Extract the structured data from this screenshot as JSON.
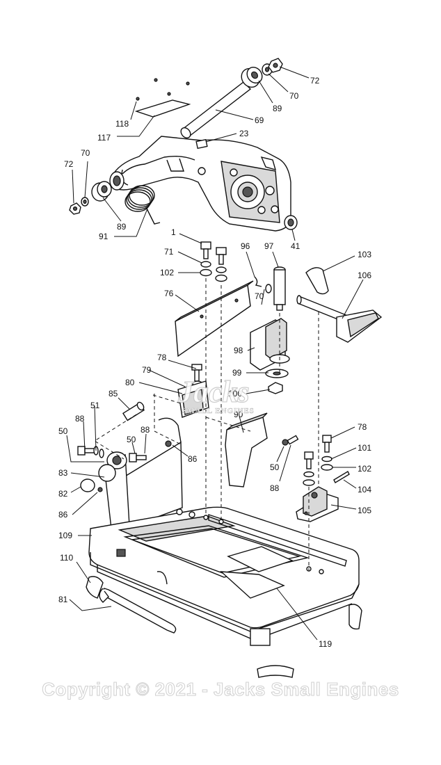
{
  "diagram": {
    "labels": {
      "l72a": "72",
      "l70a": "70",
      "l89a": "89",
      "l69": "69",
      "l23": "23",
      "l118": "118",
      "l117": "117",
      "l70b": "70",
      "l72b": "72",
      "l89b": "89",
      "l91": "91",
      "l41": "41",
      "l1": "1",
      "l71": "71",
      "l102a": "102",
      "l96": "96",
      "l97": "97",
      "l103": "103",
      "l106": "106",
      "l76": "76",
      "l70c": "70",
      "l98": "98",
      "l99": "99",
      "l100": "100",
      "l78a": "78",
      "l79": "79",
      "l80": "80",
      "l85": "85",
      "l51": "51",
      "l88a": "88",
      "l50a": "50",
      "l50b": "50",
      "l88b": "88",
      "l86a": "86",
      "l90": "90",
      "l50c": "50",
      "l88c": "88",
      "l78b": "78",
      "l101": "101",
      "l102b": "102",
      "l104": "104",
      "l105": "105",
      "l83": "83",
      "l82": "82",
      "l86b": "86",
      "l109": "109",
      "l110": "110",
      "l81": "81",
      "l119": "119"
    },
    "logo": {
      "name": "Jacks",
      "tagline": "SMALL ENGINES"
    },
    "watermark": "Copyright © 2021 - Jacks Small Engines"
  }
}
